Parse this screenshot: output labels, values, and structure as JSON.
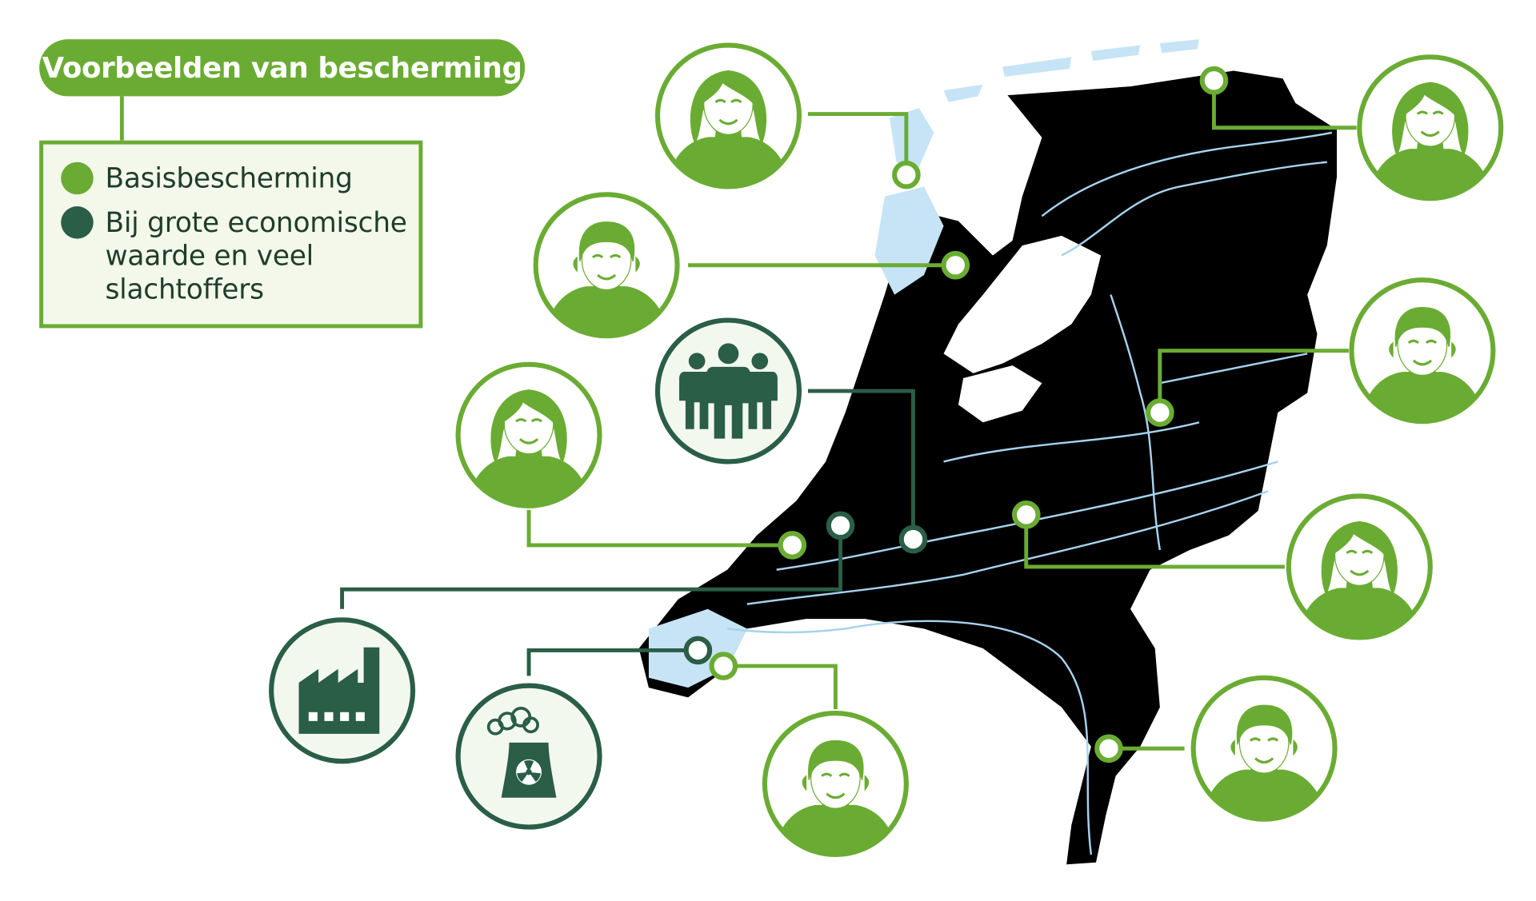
{
  "title": "Voorbeelden van bescherming",
  "legend": {
    "items": [
      {
        "label": "Basisbescherming",
        "color": "#6aac33"
      },
      {
        "label": "Bij grote economische waarde en veel slachtoffers",
        "lines": [
          "Bij grote economische",
          "waarde en veel",
          "slachtoffers"
        ],
        "color": "#2a5e46"
      }
    ]
  },
  "colors": {
    "basic": "#6aac33",
    "high": "#2a5e46",
    "land": "#c6e4f5",
    "river": "#a6d2ee",
    "background": "#ffffff"
  },
  "markers": [
    {
      "icon": "woman-icon",
      "level": "basic"
    },
    {
      "icon": "woman-icon",
      "level": "basic"
    },
    {
      "icon": "man-icon",
      "level": "basic"
    },
    {
      "icon": "man-icon",
      "level": "basic"
    },
    {
      "icon": "group-of-people-icon",
      "level": "high"
    },
    {
      "icon": "woman-icon",
      "level": "basic"
    },
    {
      "icon": "woman-icon",
      "level": "basic"
    },
    {
      "icon": "factory-icon",
      "level": "high"
    },
    {
      "icon": "nuclear-plant-icon",
      "level": "high"
    },
    {
      "icon": "man-icon",
      "level": "basic"
    },
    {
      "icon": "man-icon",
      "level": "basic"
    }
  ]
}
